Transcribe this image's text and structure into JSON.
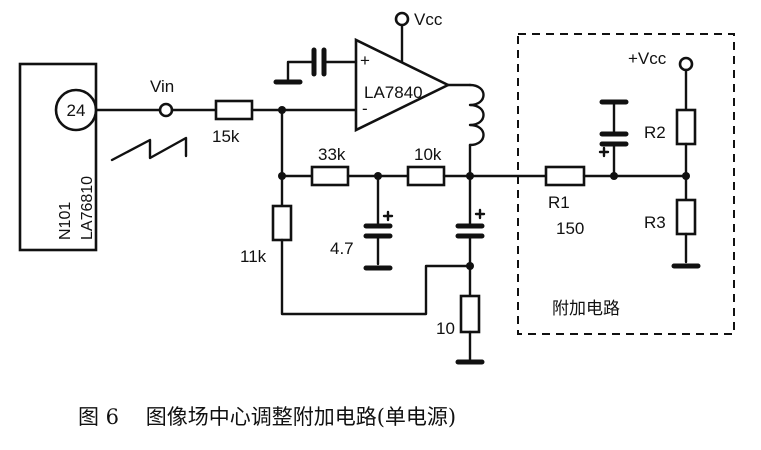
{
  "ic_n101": {
    "pin": "24",
    "name": "N101",
    "part": "LA76810"
  },
  "amp": {
    "part": "LA7840",
    "plus": "+",
    "minus": "-"
  },
  "supply": {
    "vcc": "Vcc",
    "aux_vcc": "+Vcc"
  },
  "input": {
    "label": "Vin"
  },
  "components": {
    "r_in": "15k",
    "r_fb1": "33k",
    "r_fb2": "10k",
    "r_gnd": "11k",
    "c_fb": "4.7",
    "r_out": "10",
    "r1": "R1",
    "r1_value": "150",
    "r2": "R2",
    "r3": "R3"
  },
  "extra_circuit_label": "附加电路",
  "caption": "图 6    图像场中心调整附加电路(单电源)"
}
